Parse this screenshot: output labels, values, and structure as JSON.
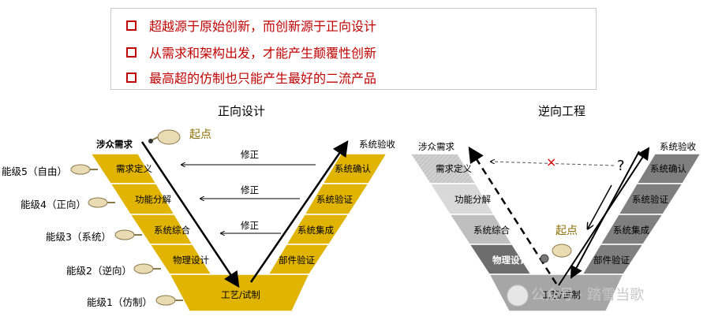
{
  "bullets": [
    "超越源于原始创新，而创新源于正向设计",
    "从需求和架构出发，才能产生颠覆性创新",
    "最高超的仿制也只能产生最好的二流产品"
  ],
  "forward": {
    "title": "正向设计",
    "top_left": "涉众需求",
    "top_right": "系统验收",
    "start": "起点",
    "fix": "修正",
    "left_bands": [
      "需求定义",
      "功能分解",
      "系统综合",
      "物理设计"
    ],
    "bottom": "工艺/试制",
    "right_bands": [
      "系统确认",
      "系统验证",
      "系统集成",
      "部件验证"
    ],
    "levels": [
      "能级5（自由）",
      "能级4（正向）",
      "能级3（系统）",
      "能级2（逆向）",
      "能级1（仿制）"
    ]
  },
  "reverse": {
    "title": "逆向工程",
    "top_left": "涉众需求",
    "top_right": "系统验收",
    "start": "起点",
    "question": "?",
    "cross": "×",
    "left_bands": [
      "需求定义",
      "功能分解",
      "系统综合",
      "物理设计"
    ],
    "bottom": "工艺/试制",
    "right_bands": [
      "系统确认",
      "系统验证",
      "系统集成",
      "部件验证"
    ]
  },
  "watermark": "公众号 · 踏雪当歌",
  "colors": {
    "gold": "#e0b400",
    "red": "#c00000",
    "grey_light": "#d9d9d9",
    "grey_mid": "#a6a6a6",
    "grey_dark": "#6d6d6d"
  }
}
